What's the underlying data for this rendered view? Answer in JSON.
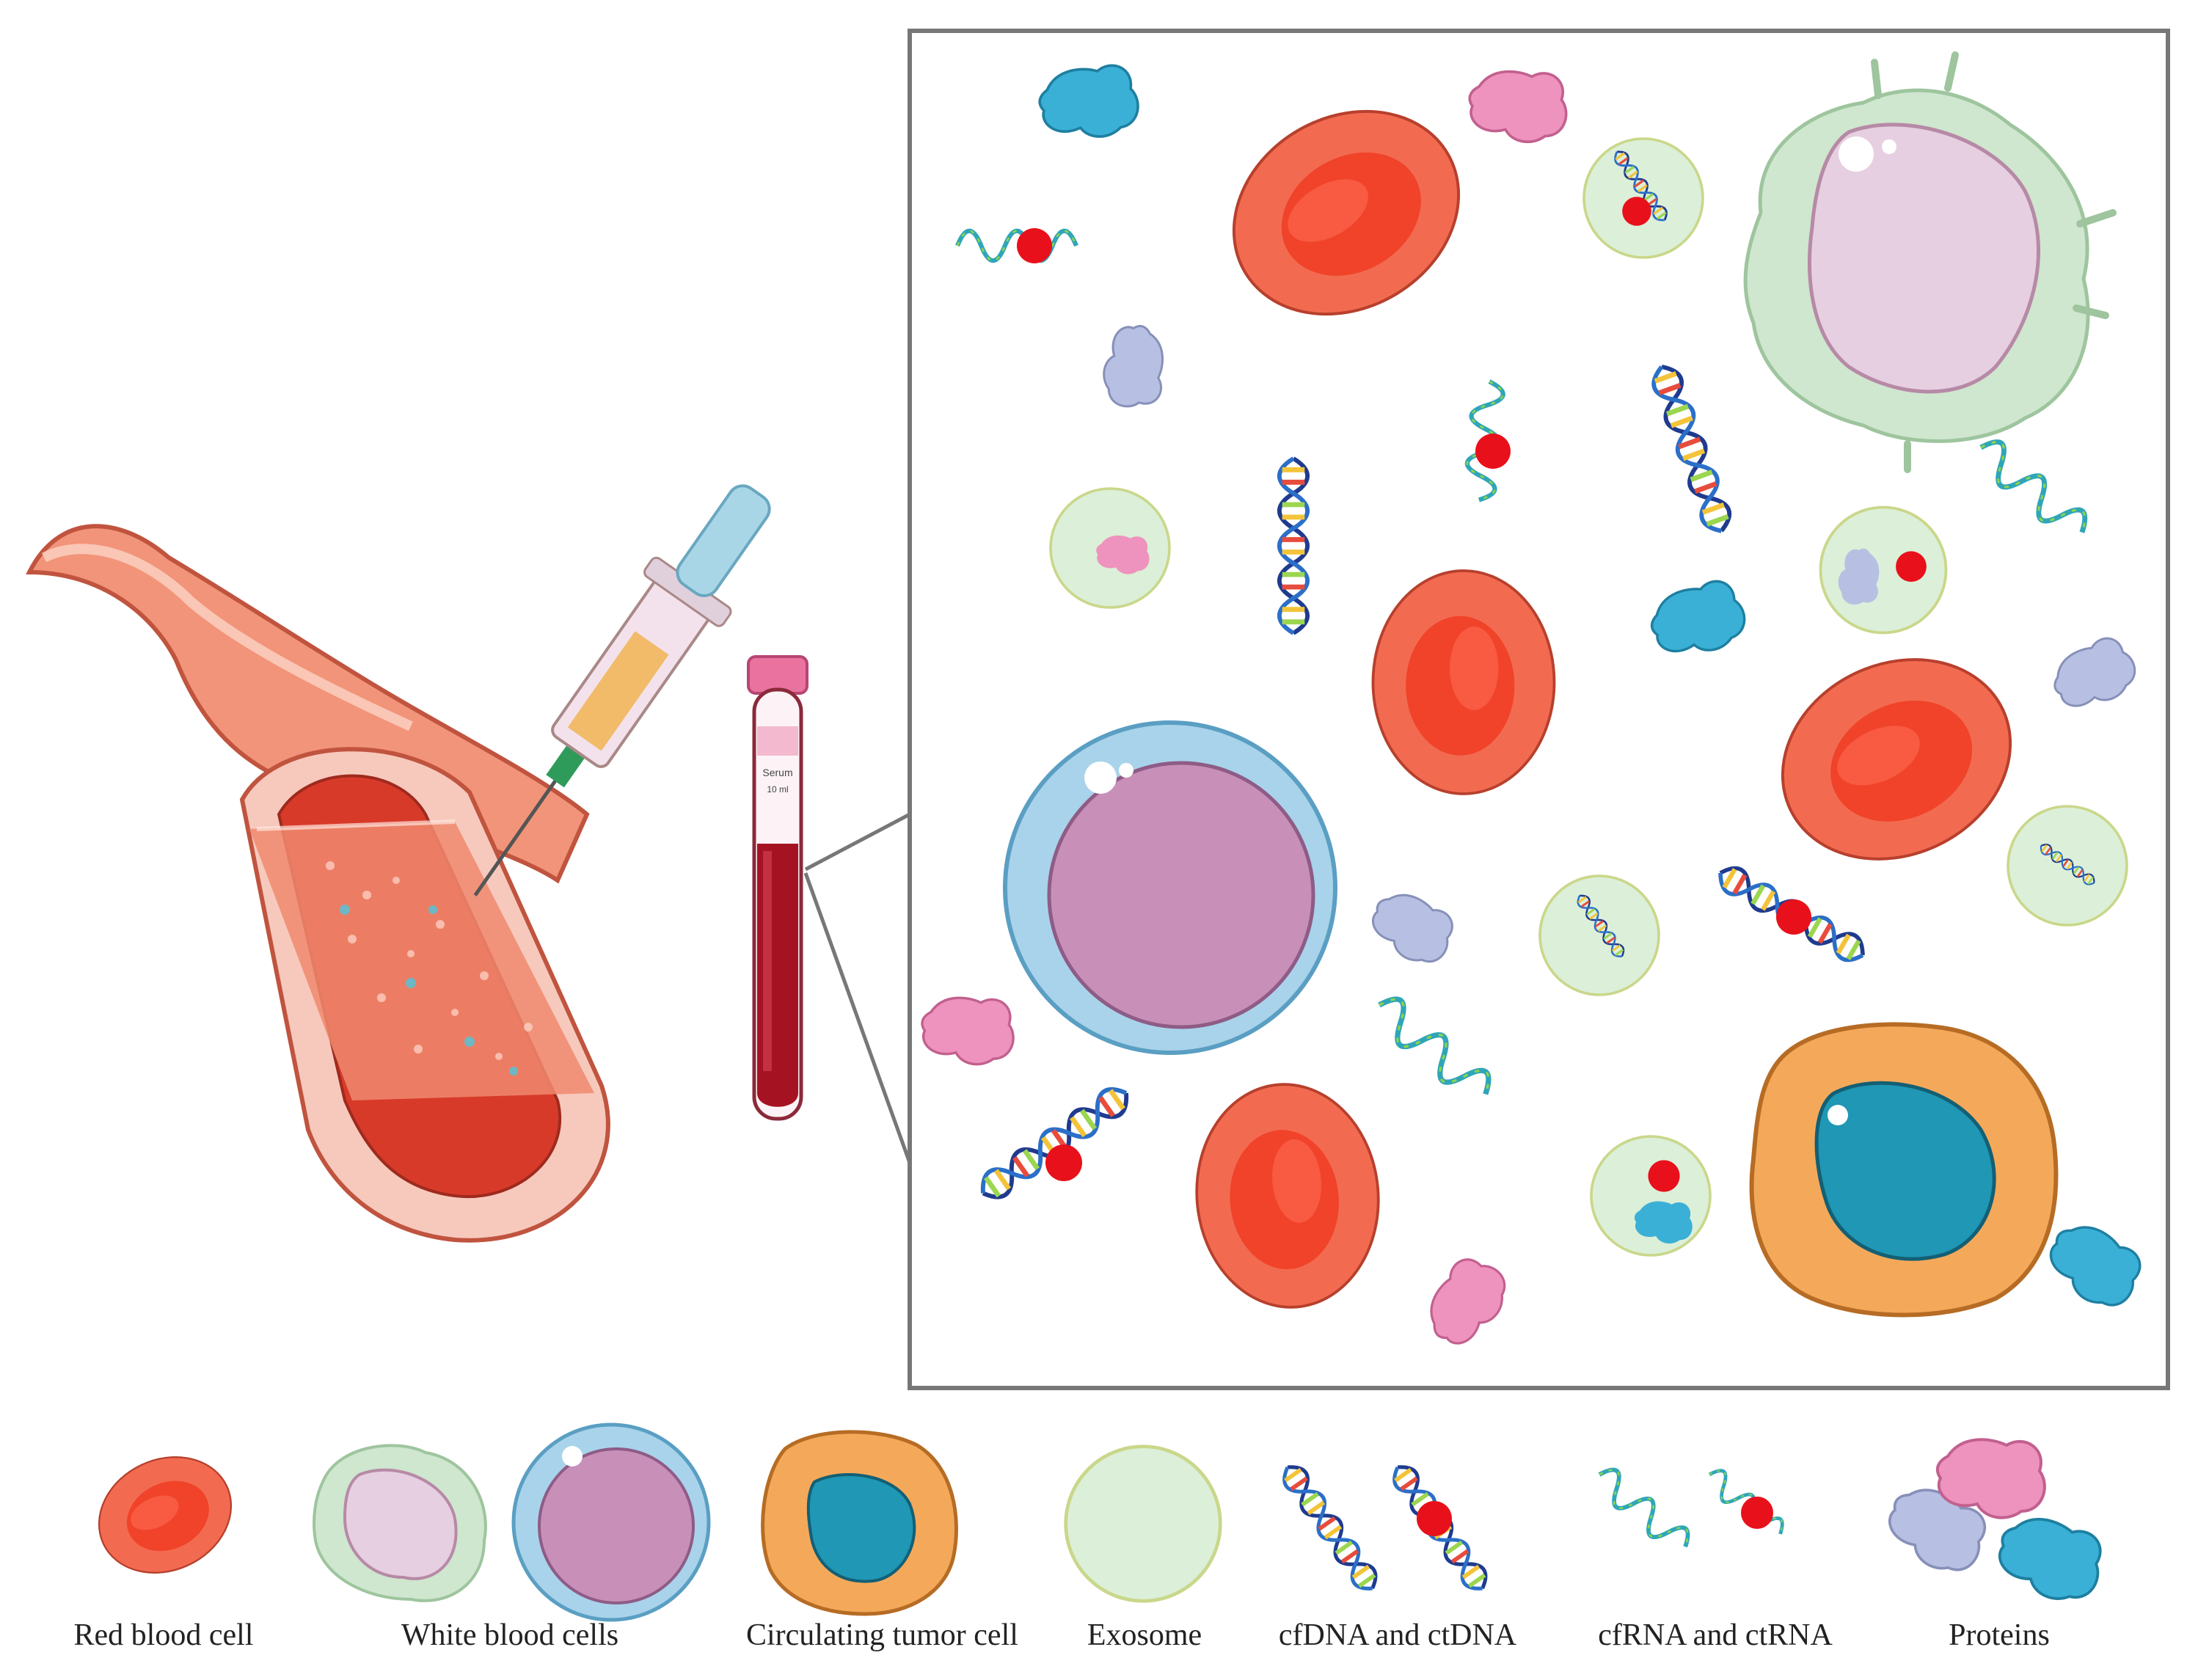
{
  "legend": [
    {
      "key": "red_blood_cell",
      "label": "Red blood cell"
    },
    {
      "key": "white_blood_cells",
      "label": "White blood cells"
    },
    {
      "key": "circulating_tumor_cell",
      "label": "Circulating tumor cell"
    },
    {
      "key": "exosome",
      "label": "Exosome"
    },
    {
      "key": "cfdna_ctdna",
      "label": "cfDNA and ctDNA"
    },
    {
      "key": "cfrna_ctrna",
      "label": "cfRNA and ctRNA"
    },
    {
      "key": "proteins",
      "label": "Proteins"
    }
  ],
  "colors": {
    "rbc_outer": "#f26b50",
    "rbc_inner": "#f0432a",
    "wbc_green": "#cfe6cf",
    "wbc_nucleus": "#e6cfe0",
    "lymph_blue": "#a9d3ea",
    "lymph_nucleus": "#c890b8",
    "ctc_orange": "#f4a95a",
    "ctc_nucleus": "#1f97b5",
    "exosome": "#dcefd8",
    "protein_blue": "#3ab0d6",
    "protein_pink": "#ee93bd",
    "protein_lav": "#b7c0e3",
    "mutation_red": "#e8101a",
    "frame": "#777777"
  }
}
